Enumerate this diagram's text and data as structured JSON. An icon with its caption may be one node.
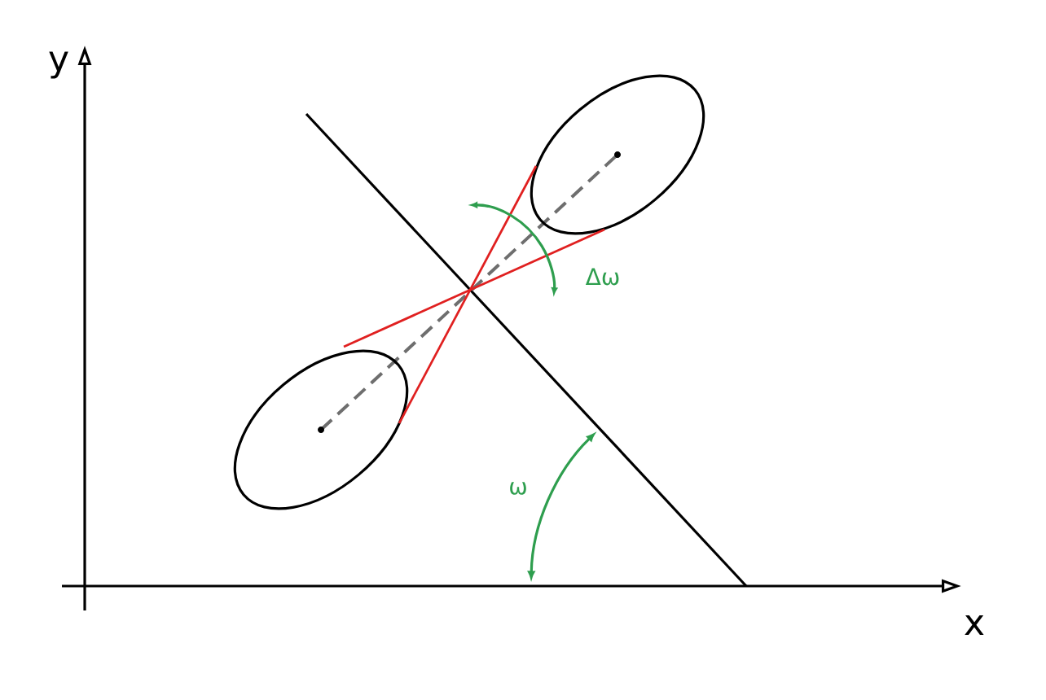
{
  "diagram": {
    "labels": [
      "y",
      "x",
      "ω",
      "Δω"
    ]
  }
}
